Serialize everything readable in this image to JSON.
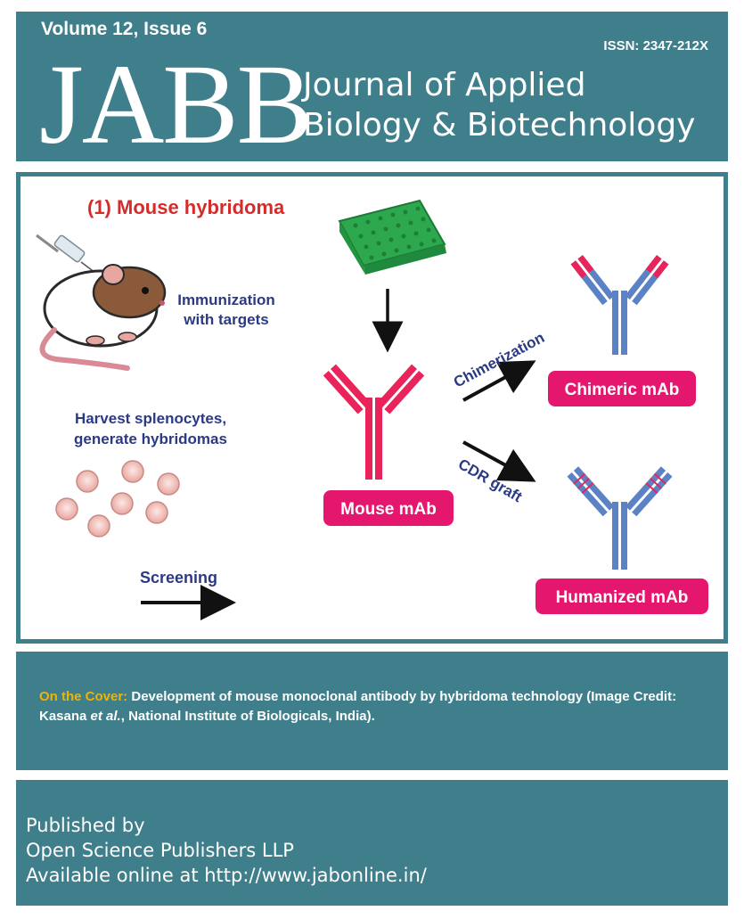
{
  "header": {
    "volume": "Volume 12, Issue 6",
    "issn": "ISSN: 2347-212X",
    "logo": "JABB",
    "title_line1": "Journal of Applied",
    "title_line2": "Biology & Biotechnology"
  },
  "figure": {
    "heading": "(1) Mouse hybridoma",
    "immunization_line1": "Immunization",
    "immunization_line2": "with targets",
    "harvest_line1": "Harvest splenocytes,",
    "harvest_line2": "generate hybridomas",
    "screening": "Screening",
    "mouse_mab": "Mouse mAb",
    "chimerization": "Chimerization",
    "cdr_graft": "CDR graft",
    "chimeric_mab": "Chimeric mAb",
    "humanized_mab": "Humanized mAb"
  },
  "caption": {
    "lead": "On the Cover:",
    "text_a": " Development of mouse monoclonal antibody by hybridoma technology (Image Credit: Kasana ",
    "etal": "et al.",
    "text_b": ", National Institute of Biologicals, India)."
  },
  "footer": {
    "line1": "Published by",
    "line2": "Open Science Publishers LLP",
    "line3": "Available online at http://www.jabonline.in/"
  },
  "colors": {
    "band": "#3e7f8b",
    "accent_yellow": "#f0b400",
    "mouse_red": "#e8245a",
    "human_blue": "#5b82c4",
    "label_navy": "#2b3a84",
    "heading_red": "#d62b2b",
    "plate_green": "#2ea84f"
  }
}
